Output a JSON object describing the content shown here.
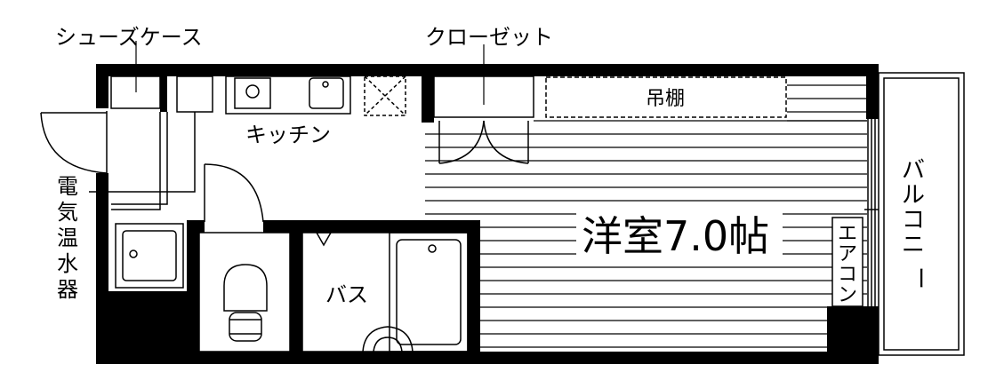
{
  "labels": {
    "shoe_case": "シューズケース",
    "closet": "クローゼット",
    "kitchen": "キッチン",
    "hanging_shelf": "吊棚",
    "water_heater": [
      "電",
      "気",
      "温",
      "水",
      "器"
    ],
    "bath": "バス",
    "western_room": "洋室7.0帖",
    "aircon": [
      "エ",
      "ア",
      "コ",
      "ン"
    ],
    "balcony": [
      "バ",
      "ル",
      "コ",
      "ニ",
      "ー"
    ]
  },
  "colors": {
    "wall": "#000000",
    "line": "#000000",
    "background": "#ffffff"
  }
}
